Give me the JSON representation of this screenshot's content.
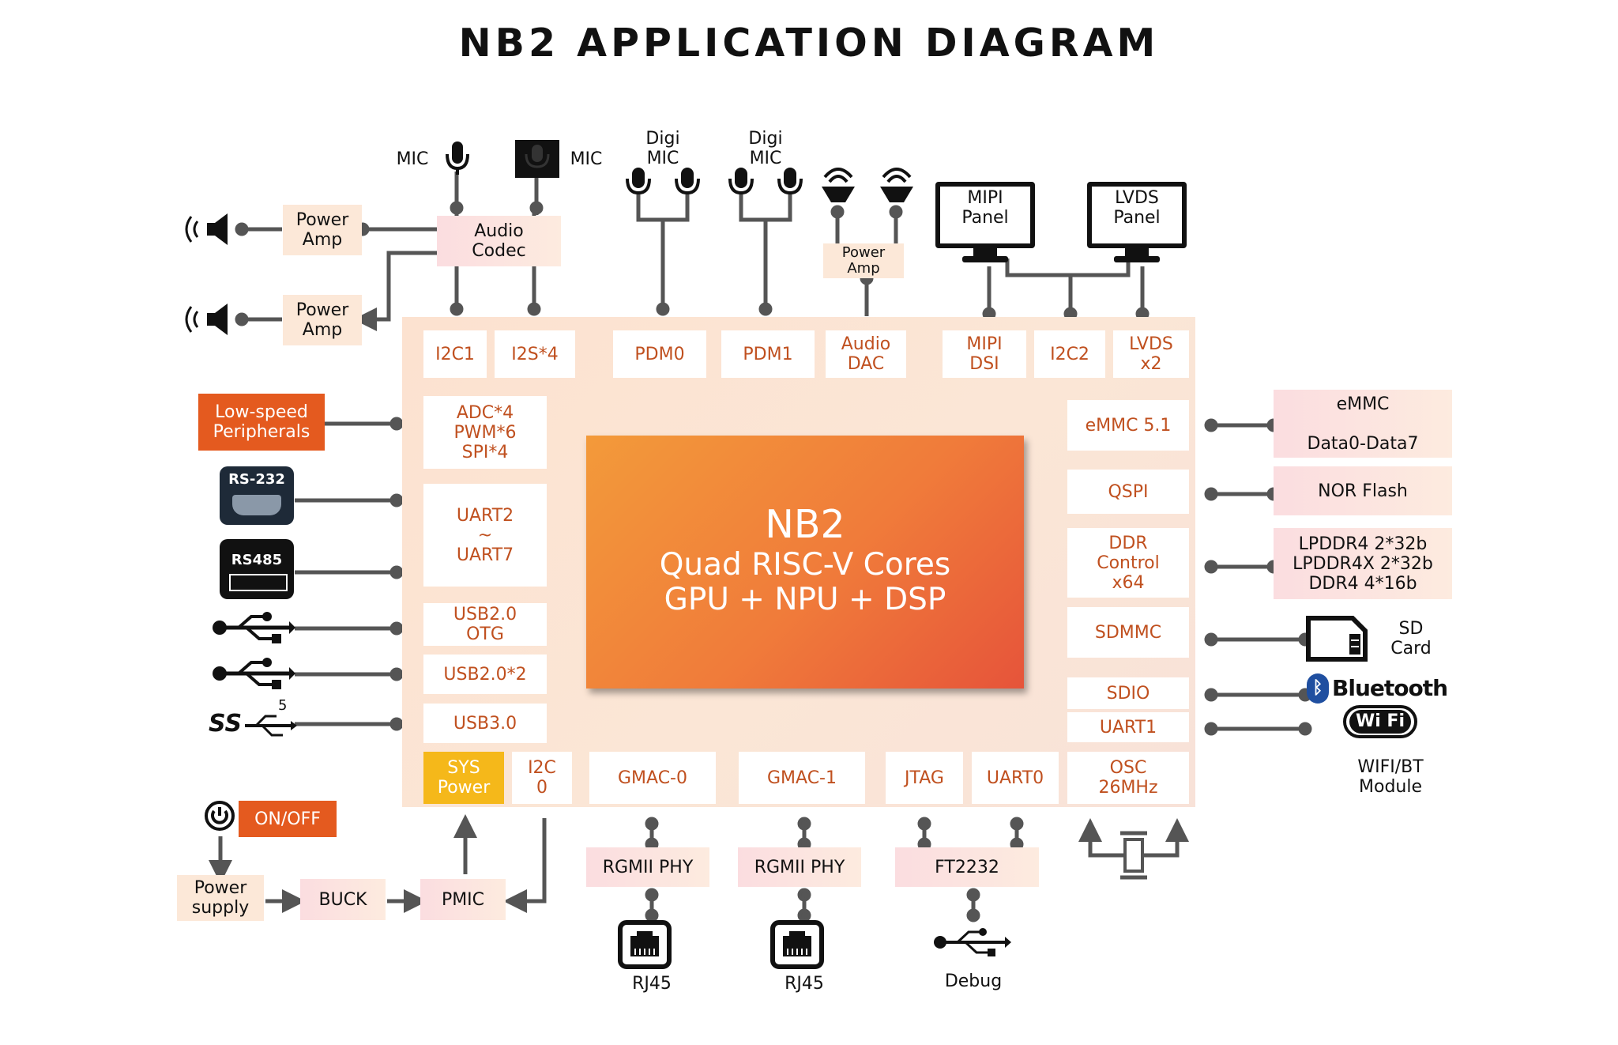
{
  "title": "NB2 APPLICATION DIAGRAM",
  "core": {
    "name": "NB2",
    "line2": "Quad RISC-V Cores",
    "line3": "GPU + NPU + DSP"
  },
  "soc_blocks": {
    "i2c1": "I2C1",
    "i2s4": "I2S*4",
    "pdm0": "PDM0",
    "pdm1": "PDM1",
    "audio_dac": "Audio\nDAC",
    "mipi_dsi": "MIPI\nDSI",
    "i2c2": "I2C2",
    "lvds_x2": "LVDS\nx2",
    "adc_pwm_spi": "ADC*4\nPWM*6\nSPI*4",
    "uart2_7": "UART2\n~\nUART7",
    "usb_otg": "USB2.0\nOTG",
    "usb2x2": "USB2.0*2",
    "usb3": "USB3.0",
    "sys_power": "SYS\nPower",
    "i2c0": "I2C\n0",
    "gmac0": "GMAC-0",
    "gmac1": "GMAC-1",
    "jtag": "JTAG",
    "uart0": "UART0",
    "osc": "OSC\n26MHz",
    "emmc": "eMMC 5.1",
    "qspi": "QSPI",
    "ddr": "DDR\nControl\nx64",
    "sdmmc": "SDMMC",
    "sdio": "SDIO",
    "uart1": "UART1"
  },
  "external": {
    "power_amp_1": "Power\nAmp",
    "power_amp_2": "Power\nAmp",
    "audio_codec": "Audio\nCodec",
    "power_amp_3": "Power\nAmp",
    "low_speed": "Low-speed\nPeripherals",
    "emmc_data": "eMMC\n\nData0-Data7",
    "nor_flash": "NOR Flash",
    "lpddr": "LPDDR4 2*32b\nLPDDR4X 2*32b\nDDR4 4*16b",
    "rgmii_phy_0": "RGMII PHY",
    "rgmii_phy_1": "RGMII PHY",
    "ft2232": "FT2232",
    "on_off": "ON/OFF",
    "power_supply": "Power\nsupply",
    "buck": "BUCK",
    "pmic": "PMIC"
  },
  "labels": {
    "mic1": "MIC",
    "mic2": "MIC",
    "digi_mic_1": "Digi\nMIC",
    "digi_mic_2": "Digi\nMIC",
    "mipi_panel": "MIPI\nPanel",
    "lvds_panel": "LVDS\nPanel",
    "rs232": "RS-232",
    "rs485": "RS485",
    "ss_superscript": "5",
    "sd_card": "SD\nCard",
    "bluetooth": "Bluetooth",
    "wifi": "Wi Fi",
    "wifi_bt_module": "WIFI/BT\nModule",
    "rj45_0": "RJ45",
    "rj45_1": "RJ45",
    "debug": "Debug"
  },
  "colors": {
    "block_text": "#c0501f",
    "wire": "#555555",
    "chip_bg": "#fbe4d4",
    "low_speed": "#e45a1f",
    "sys_power": "#f5b81a"
  }
}
